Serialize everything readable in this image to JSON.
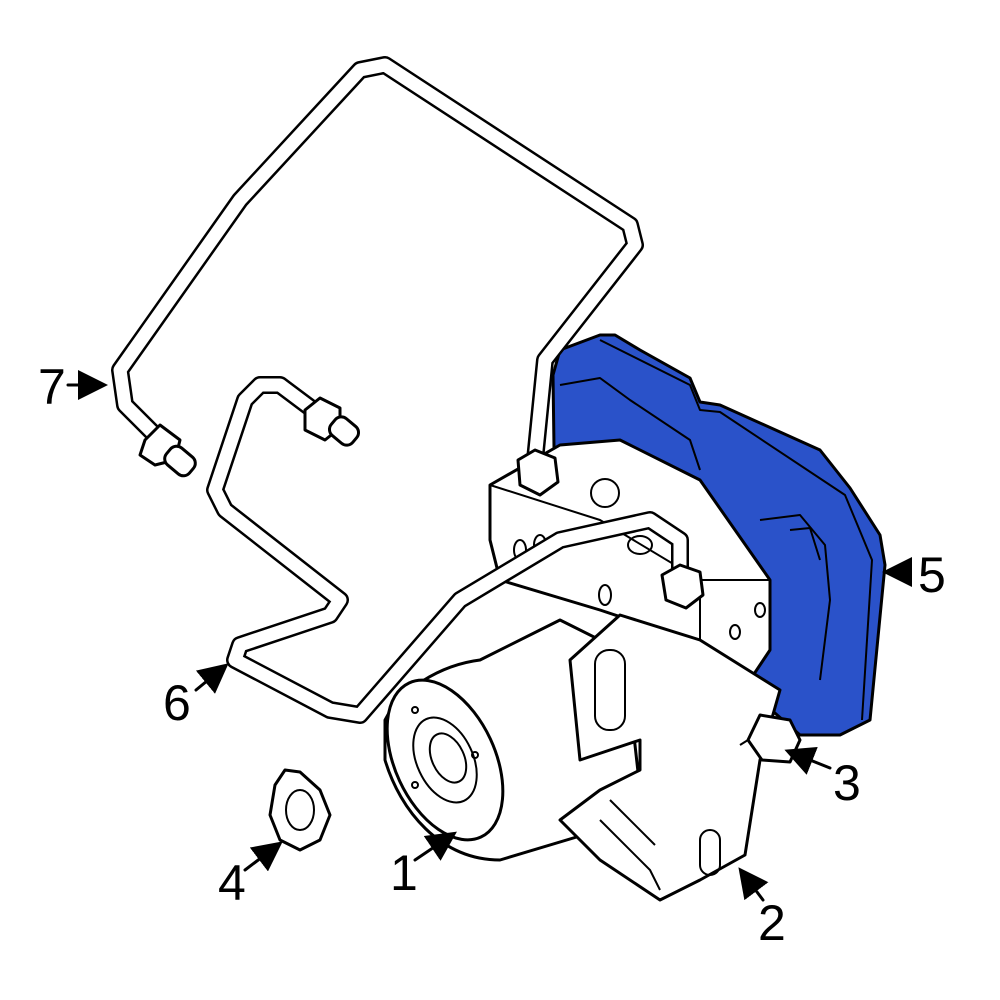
{
  "diagram": {
    "type": "exploded parts diagram",
    "highlight_color": "#2A52C9",
    "line_color": "#000000",
    "background": "#FFFFFF",
    "callouts": [
      {
        "id": "1",
        "label": "1",
        "target": "pump-motor-housing"
      },
      {
        "id": "2",
        "label": "2",
        "target": "mounting-bracket"
      },
      {
        "id": "3",
        "label": "3",
        "target": "bracket-bolt"
      },
      {
        "id": "4",
        "label": "4",
        "target": "mounting-nut"
      },
      {
        "id": "5",
        "label": "5",
        "target": "control-module-highlighted"
      },
      {
        "id": "6",
        "label": "6",
        "target": "brake-line-lower"
      },
      {
        "id": "7",
        "label": "7",
        "target": "brake-line-upper"
      }
    ]
  }
}
